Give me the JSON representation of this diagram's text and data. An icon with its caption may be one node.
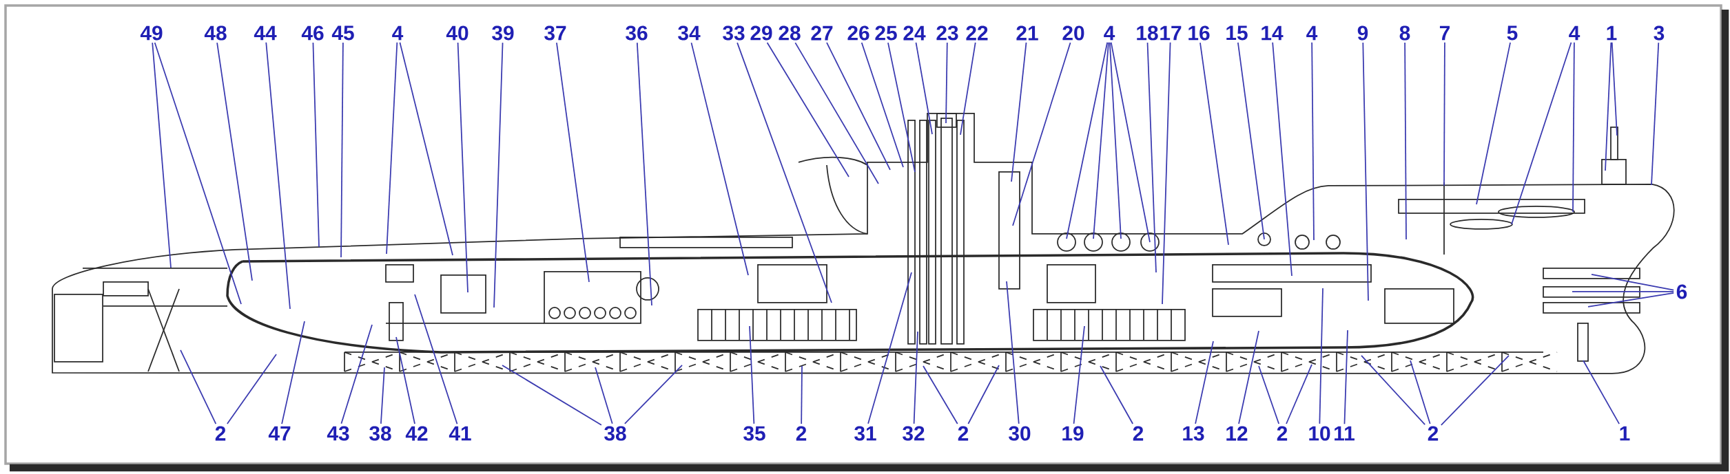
{
  "diagram": {
    "nodes": [
      {
        "text": [
          "49"
        ]
      },
      {
        "text": [
          "48"
        ]
      },
      {
        "text": [
          "44"
        ]
      },
      {
        "text": [
          "46"
        ]
      },
      {
        "text": [
          "45"
        ]
      },
      {
        "text": [
          "4"
        ]
      },
      {
        "text": [
          "40"
        ]
      },
      {
        "text": [
          "39"
        ]
      },
      {
        "text": [
          "37"
        ]
      },
      {
        "text": [
          "36"
        ]
      },
      {
        "text": [
          "34"
        ]
      },
      {
        "text": [
          "33"
        ]
      },
      {
        "text": [
          "29"
        ]
      },
      {
        "text": [
          "28"
        ]
      },
      {
        "text": [
          "27"
        ]
      },
      {
        "text": [
          "26"
        ]
      },
      {
        "text": [
          "25"
        ]
      },
      {
        "text": [
          "24"
        ]
      },
      {
        "text": [
          "23"
        ]
      },
      {
        "text": [
          "22"
        ]
      },
      {
        "text": [
          "21"
        ]
      },
      {
        "text": [
          "20"
        ]
      },
      {
        "text": [
          "4"
        ]
      },
      {
        "text": [
          "18"
        ]
      },
      {
        "text": [
          "17"
        ]
      },
      {
        "text": [
          "16"
        ]
      },
      {
        "text": [
          "15"
        ]
      },
      {
        "text": [
          "14"
        ]
      },
      {
        "text": [
          "4"
        ]
      },
      {
        "text": [
          "9"
        ]
      },
      {
        "text": [
          "8"
        ]
      },
      {
        "text": [
          "7"
        ]
      },
      {
        "text": [
          "5"
        ]
      },
      {
        "text": [
          "4"
        ]
      },
      {
        "text": [
          "1"
        ]
      },
      {
        "text": [
          "3"
        ]
      },
      {
        "text": [
          "6"
        ]
      },
      {
        "text": [
          "2"
        ]
      },
      {
        "text": [
          "47"
        ]
      },
      {
        "text": [
          "43"
        ]
      },
      {
        "text": [
          "38"
        ]
      },
      {
        "text": [
          "42"
        ]
      },
      {
        "text": [
          "41"
        ]
      },
      {
        "text": [
          "38"
        ]
      },
      {
        "text": [
          "35"
        ]
      },
      {
        "text": [
          "2"
        ]
      },
      {
        "text": [
          "31"
        ]
      },
      {
        "text": [
          "32"
        ]
      },
      {
        "text": [
          "2"
        ]
      },
      {
        "text": [
          "30"
        ]
      },
      {
        "text": [
          "19"
        ]
      },
      {
        "text": [
          "2"
        ]
      },
      {
        "text": [
          "13"
        ]
      },
      {
        "text": [
          "12"
        ]
      },
      {
        "text": [
          "2"
        ]
      },
      {
        "text": [
          "10"
        ]
      },
      {
        "text": [
          "11"
        ]
      },
      {
        "text": [
          "2"
        ]
      },
      {
        "text": [
          "1"
        ]
      }
    ],
    "edges": [
      {
        "from": 0,
        "to": null,
        "arrow": "none"
      },
      {
        "from": 0,
        "to": null,
        "arrow": "none"
      },
      {
        "from": 1,
        "to": null,
        "arrow": "none"
      },
      {
        "from": 2,
        "to": null,
        "arrow": "none"
      },
      {
        "from": 3,
        "to": null,
        "arrow": "none"
      },
      {
        "from": 4,
        "to": null,
        "arrow": "none"
      },
      {
        "from": 5,
        "to": null,
        "arrow": "none"
      },
      {
        "from": 5,
        "to": null,
        "arrow": "none"
      },
      {
        "from": 6,
        "to": null,
        "arrow": "none"
      },
      {
        "from": 7,
        "to": null,
        "arrow": "none"
      },
      {
        "from": 8,
        "to": null,
        "arrow": "none"
      },
      {
        "from": 9,
        "to": null,
        "arrow": "none"
      },
      {
        "from": 10,
        "to": null,
        "arrow": "none"
      },
      {
        "from": 11,
        "to": null,
        "arrow": "none"
      },
      {
        "from": 12,
        "to": null,
        "arrow": "none"
      },
      {
        "from": 13,
        "to": null,
        "arrow": "none"
      },
      {
        "from": 14,
        "to": null,
        "arrow": "none"
      },
      {
        "from": 15,
        "to": null,
        "arrow": "none"
      },
      {
        "from": 16,
        "to": null,
        "arrow": "none"
      },
      {
        "from": 17,
        "to": null,
        "arrow": "none"
      },
      {
        "from": 18,
        "to": null,
        "arrow": "none"
      },
      {
        "from": 19,
        "to": null,
        "arrow": "none"
      },
      {
        "from": 20,
        "to": null,
        "arrow": "none"
      },
      {
        "from": 21,
        "to": null,
        "arrow": "none"
      },
      {
        "from": 22,
        "to": null,
        "arrow": "none"
      },
      {
        "from": 22,
        "to": null,
        "arrow": "none"
      },
      {
        "from": 22,
        "to": null,
        "arrow": "none"
      },
      {
        "from": 22,
        "to": null,
        "arrow": "none"
      },
      {
        "from": 23,
        "to": null,
        "arrow": "none"
      },
      {
        "from": 24,
        "to": null,
        "arrow": "none"
      },
      {
        "from": 25,
        "to": null,
        "arrow": "none"
      },
      {
        "from": 26,
        "to": null,
        "arrow": "none"
      },
      {
        "from": 27,
        "to": null,
        "arrow": "none"
      },
      {
        "from": 28,
        "to": null,
        "arrow": "none"
      },
      {
        "from": 29,
        "to": null,
        "arrow": "none"
      },
      {
        "from": 30,
        "to": null,
        "arrow": "none"
      },
      {
        "from": 31,
        "to": null,
        "arrow": "none"
      },
      {
        "from": 32,
        "to": null,
        "arrow": "none"
      },
      {
        "from": 33,
        "to": null,
        "arrow": "none"
      },
      {
        "from": 33,
        "to": null,
        "arrow": "none"
      },
      {
        "from": 34,
        "to": null,
        "arrow": "none"
      },
      {
        "from": 34,
        "to": null,
        "arrow": "none"
      },
      {
        "from": 35,
        "to": null,
        "arrow": "none"
      },
      {
        "from": 36,
        "to": null,
        "arrow": "none"
      },
      {
        "from": 36,
        "to": null,
        "arrow": "none"
      },
      {
        "from": 36,
        "to": null,
        "arrow": "none"
      },
      {
        "from": 37,
        "to": null,
        "arrow": "none"
      },
      {
        "from": 37,
        "to": null,
        "arrow": "none"
      },
      {
        "from": 38,
        "to": null,
        "arrow": "none"
      },
      {
        "from": 39,
        "to": null,
        "arrow": "none"
      },
      {
        "from": 40,
        "to": null,
        "arrow": "none"
      },
      {
        "from": 41,
        "to": null,
        "arrow": "none"
      },
      {
        "from": 42,
        "to": null,
        "arrow": "none"
      },
      {
        "from": 43,
        "to": null,
        "arrow": "none"
      },
      {
        "from": 43,
        "to": null,
        "arrow": "none"
      },
      {
        "from": 43,
        "to": null,
        "arrow": "none"
      },
      {
        "from": 44,
        "to": null,
        "arrow": "none"
      },
      {
        "from": 45,
        "to": null,
        "arrow": "none"
      },
      {
        "from": 46,
        "to": null,
        "arrow": "none"
      },
      {
        "from": 47,
        "to": null,
        "arrow": "none"
      },
      {
        "from": 48,
        "to": null,
        "arrow": "none"
      },
      {
        "from": 48,
        "to": null,
        "arrow": "none"
      },
      {
        "from": 49,
        "to": null,
        "arrow": "none"
      },
      {
        "from": 50,
        "to": null,
        "arrow": "none"
      },
      {
        "from": 51,
        "to": null,
        "arrow": "none"
      },
      {
        "from": 52,
        "to": null,
        "arrow": "none"
      },
      {
        "from": 53,
        "to": null,
        "arrow": "none"
      },
      {
        "from": 54,
        "to": null,
        "arrow": "none"
      },
      {
        "from": 54,
        "to": null,
        "arrow": "none"
      },
      {
        "from": 55,
        "to": null,
        "arrow": "none"
      },
      {
        "from": 56,
        "to": null,
        "arrow": "none"
      },
      {
        "from": 57,
        "to": null,
        "arrow": "none"
      },
      {
        "from": 57,
        "to": null,
        "arrow": "none"
      },
      {
        "from": 57,
        "to": null,
        "arrow": "none"
      },
      {
        "from": 58,
        "to": null,
        "arrow": "none"
      }
    ]
  }
}
